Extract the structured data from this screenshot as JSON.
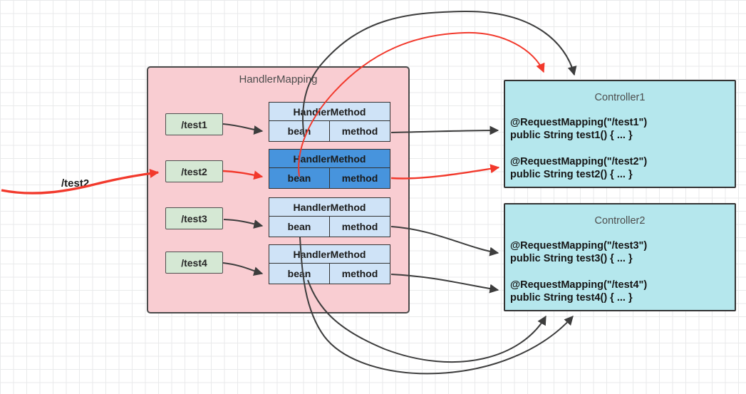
{
  "request_label": "/test2",
  "handler_mapping": {
    "title": "HandlerMapping",
    "paths": [
      "/test1",
      "/test2",
      "/test3",
      "/test4"
    ],
    "tables": [
      {
        "header": "HandlerMethod",
        "bean": "bean",
        "method": "method",
        "highlighted": false
      },
      {
        "header": "HandlerMethod",
        "bean": "bean",
        "method": "method",
        "highlighted": true
      },
      {
        "header": "HandlerMethod",
        "bean": "bean",
        "method": "method",
        "highlighted": false
      },
      {
        "header": "HandlerMethod",
        "bean": "bean",
        "method": "method",
        "highlighted": false
      }
    ]
  },
  "controllers": [
    {
      "title": "Controller1",
      "methods": [
        {
          "annotation": "@RequestMapping(\"/test1\")",
          "signature": "public String test1() { ... }"
        },
        {
          "annotation": "@RequestMapping(\"/test2\")",
          "signature": "public String test2() { ... }"
        }
      ]
    },
    {
      "title": "Controller2",
      "methods": [
        {
          "annotation": "@RequestMapping(\"/test3\")",
          "signature": "public String test3() { ... }"
        },
        {
          "annotation": "@RequestMapping(\"/test4\")",
          "signature": "public String test4() { ... }"
        }
      ]
    }
  ],
  "colors": {
    "handler_mapping_fill": "#f9cdd2",
    "path_box_fill": "#d5e8d4",
    "table_fill": "#cfe3f7",
    "table_highlight_fill": "#4794dd",
    "controller_fill": "#b5e7ed",
    "arrow_black": "#3d3d3d",
    "arrow_red": "#f2392c"
  }
}
